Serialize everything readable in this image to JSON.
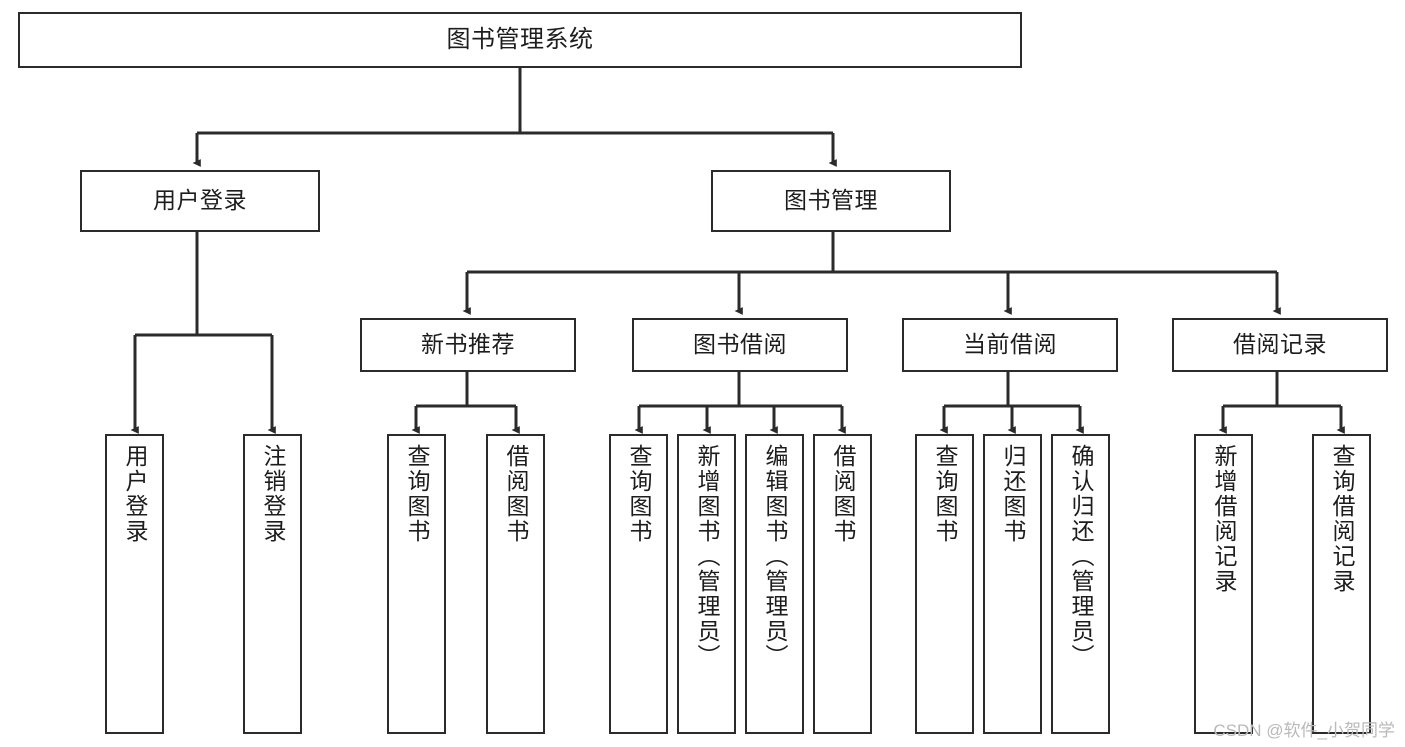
{
  "diagram": {
    "type": "tree-hierarchy-diagram",
    "title": "图书管理系统",
    "colors": {
      "background": "#ffffff",
      "border": "#2b2b2b",
      "line": "#2b2b2b",
      "text": "#1d1d1d",
      "watermark": "#b9b9b9"
    },
    "watermark": "CSDN @软件_小贺同学",
    "nodes": {
      "root": {
        "label": "图书管理系统",
        "level": 1,
        "orientation": "horizontal"
      },
      "l2_user_login": {
        "label": "用户登录",
        "level": 2,
        "orientation": "horizontal"
      },
      "l2_book_manage": {
        "label": "图书管理",
        "level": 2,
        "orientation": "horizontal"
      },
      "l3_new_book_rec": {
        "label": "新书推荐",
        "level": 3,
        "orientation": "horizontal"
      },
      "l3_book_borrow": {
        "label": "图书借阅",
        "level": 3,
        "orientation": "horizontal"
      },
      "l3_current_borrow": {
        "label": "当前借阅",
        "level": 3,
        "orientation": "horizontal"
      },
      "l3_borrow_record": {
        "label": "借阅记录",
        "level": 3,
        "orientation": "horizontal"
      },
      "leaf_user_login": {
        "label": "用户登录",
        "level": 3,
        "orientation": "vertical",
        "parent": "用户登录"
      },
      "leaf_logout": {
        "label": "注销登录",
        "level": 3,
        "orientation": "vertical",
        "parent": "用户登录"
      },
      "leaf_query_book_rec": {
        "label": "查询图书",
        "level": 4,
        "orientation": "vertical",
        "parent": "新书推荐"
      },
      "leaf_borrow_book_rec": {
        "label": "借阅图书",
        "level": 4,
        "orientation": "vertical",
        "parent": "新书推荐"
      },
      "leaf_query_book_b": {
        "label": "查询图书",
        "level": 4,
        "orientation": "vertical",
        "parent": "图书借阅"
      },
      "leaf_add_book": {
        "label": "新增图书（管理员）",
        "level": 4,
        "orientation": "vertical",
        "parent": "图书借阅"
      },
      "leaf_edit_book": {
        "label": "编辑图书（管理员）",
        "level": 4,
        "orientation": "vertical",
        "parent": "图书借阅"
      },
      "leaf_borrow_book_b": {
        "label": "借阅图书",
        "level": 4,
        "orientation": "vertical",
        "parent": "图书借阅"
      },
      "leaf_query_book_c": {
        "label": "查询图书",
        "level": 4,
        "orientation": "vertical",
        "parent": "当前借阅"
      },
      "leaf_return_book": {
        "label": "归还图书",
        "level": 4,
        "orientation": "vertical",
        "parent": "当前借阅"
      },
      "leaf_confirm_return": {
        "label": "确认归还（管理员）",
        "level": 4,
        "orientation": "vertical",
        "parent": "当前借阅"
      },
      "leaf_add_record": {
        "label": "新增借阅记录",
        "level": 4,
        "orientation": "vertical",
        "parent": "借阅记录"
      },
      "leaf_query_record": {
        "label": "查询借阅记录",
        "level": 4,
        "orientation": "vertical",
        "parent": "借阅记录"
      }
    }
  }
}
